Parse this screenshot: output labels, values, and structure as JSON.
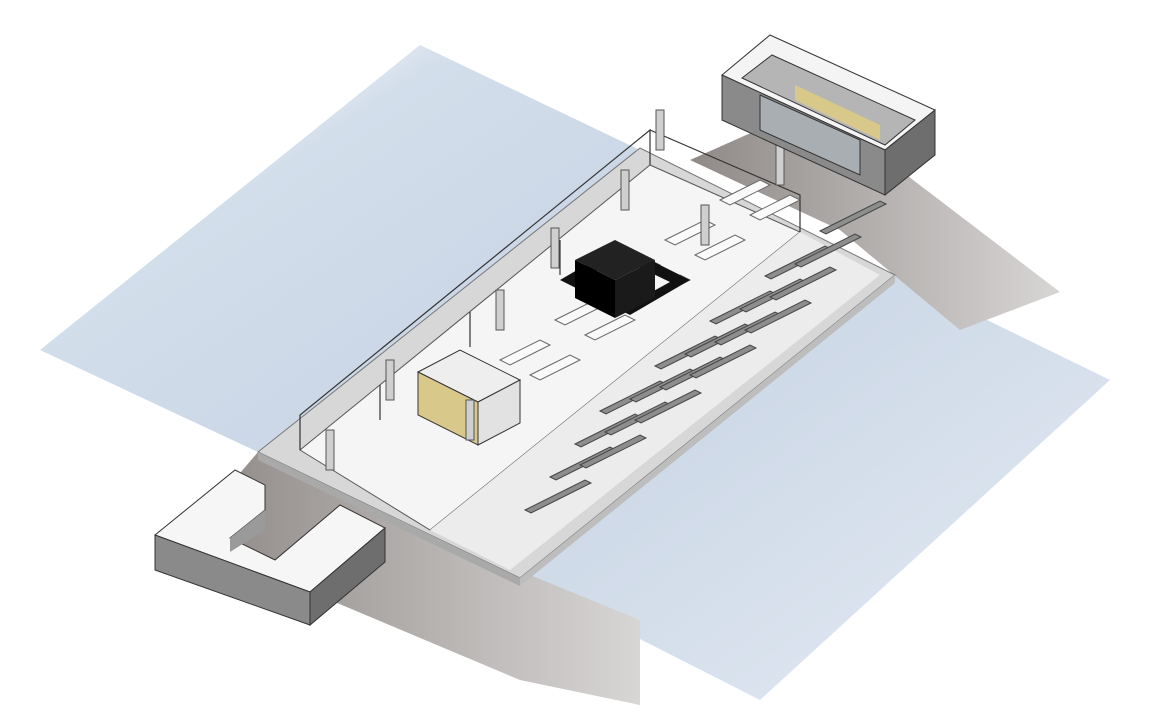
{
  "title": "",
  "colors": {
    "background": "#ffffff",
    "water": "#c9d6e6",
    "water_light": "#e6edf5",
    "platform_top": "#d9d9d9",
    "floor": "#f2f2f2",
    "band": "#9a9593",
    "concrete": "#8a8a8a",
    "concrete_top": "#f4f4f4",
    "core": "#111111",
    "accent_wood": "#d8c88a"
  },
  "furniture": {
    "bench_rows": 5,
    "bench_cols": 4,
    "columns": 9
  }
}
